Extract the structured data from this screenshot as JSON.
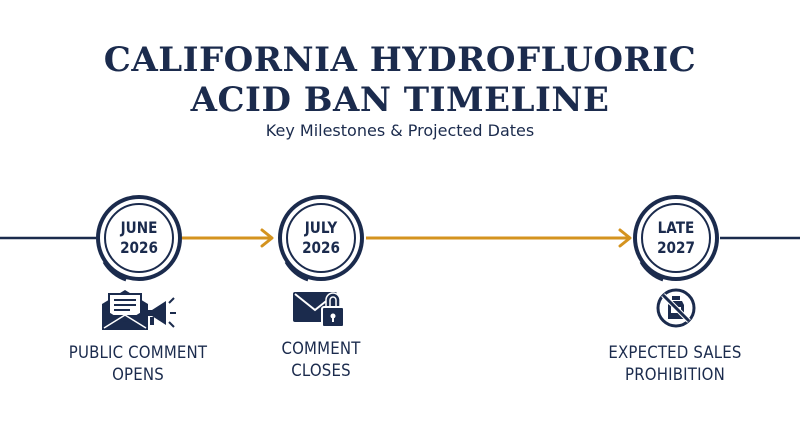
{
  "header": {
    "title_line1": "CALIFORNIA HYDROFLUORIC",
    "title_line2": "ACID BAN TIMELINE",
    "subtitle": "Key Milestones & Projected Dates"
  },
  "colors": {
    "navy": "#1b2b4d",
    "accent": "#d4931f"
  },
  "milestones": [
    {
      "date_line1": "JUNE",
      "date_line2": "2026",
      "label_line1": "PUBLIC COMMENT",
      "label_line2": "OPENS",
      "icon": "envelope-megaphone-icon"
    },
    {
      "date_line1": "JULY",
      "date_line2": "2026",
      "label_line1": "COMMENT",
      "label_line2": "CLOSES",
      "icon": "locked-envelope-icon"
    },
    {
      "date_line1": "LATE",
      "date_line2": "2027",
      "label_line1": "EXPECTED SALES",
      "label_line2": "PROHIBITION",
      "icon": "no-bottle-icon"
    }
  ]
}
